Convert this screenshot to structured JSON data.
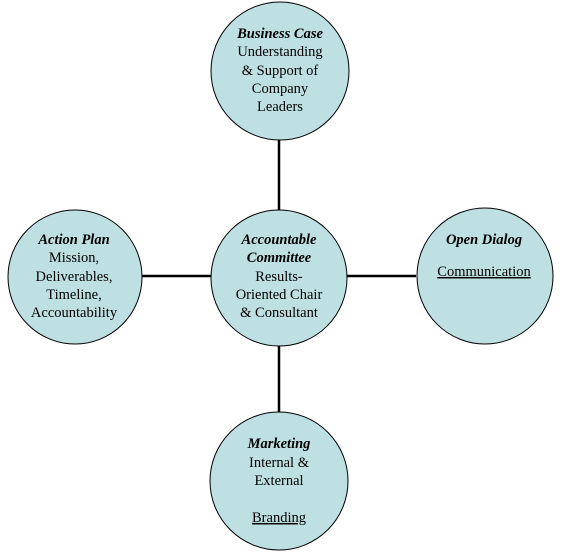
{
  "colors": {
    "node_fill": "#bfe0e3",
    "node_stroke": "#000000",
    "connector": "#000000"
  },
  "center": {
    "title_lines": [
      "Accountable",
      "Committee"
    ],
    "body_lines": [
      "Results-",
      "Oriented Chair",
      "& Consultant"
    ]
  },
  "top": {
    "title": "Business Case",
    "body_lines": [
      "Understanding",
      "& Support of",
      "Company",
      "Leaders"
    ]
  },
  "left": {
    "title": "Action Plan",
    "body_lines": [
      "Mission,",
      "Deliverables,",
      "Timeline,",
      "Accountability"
    ]
  },
  "right": {
    "title": "Open Dialog",
    "link": "Communication"
  },
  "bottom": {
    "title": "Marketing",
    "body_lines": [
      "Internal &",
      "External"
    ],
    "link": "Branding"
  }
}
